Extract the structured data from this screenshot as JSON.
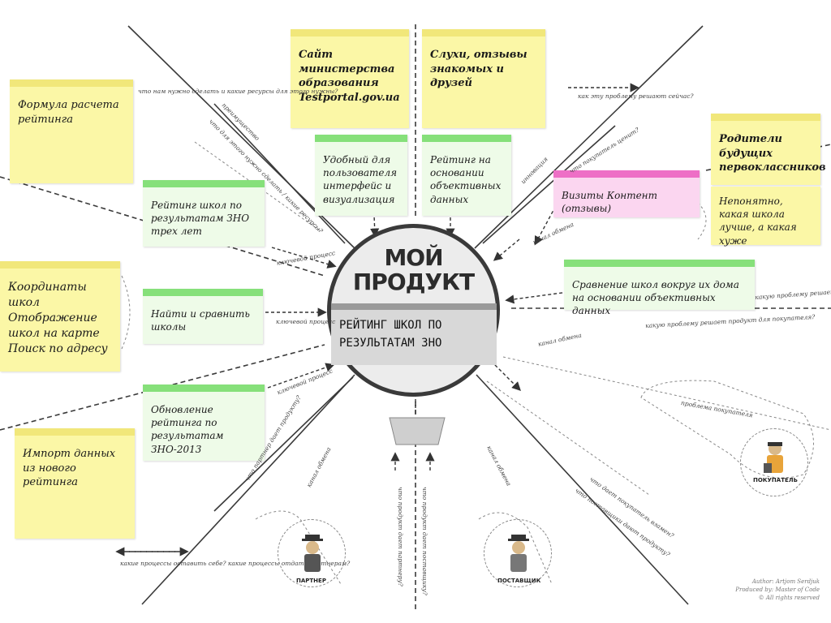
{
  "product": {
    "title_line1": "МОЙ",
    "title_line2": "ПРОДУКТ",
    "subtitle": "РЕЙТИНГ ШКОЛ ПО РЕЗУЛЬТАТАМ ЗНО"
  },
  "notes": {
    "ministry_site": "Сайт министерства образования Testportal.gov.ua",
    "rumors": "Слухи, отзывы знакомых и друзей",
    "formula": "Формула расчета рейтинга",
    "parents": "Родители будущих первоклассников",
    "unclear": "Непонятно, какая школа лучше, а какая хуже",
    "user_friendly": "Удобный для пользователя интерфейс и визуализация",
    "objective_rating": "Рейтинг на основании объективных данных",
    "visits": "Визиты Контент (отзывы)",
    "three_years": "Рейтинг школ по результатам ЗНО трех лет",
    "coordinates": "Координаты школ Отображение школ на карте Поиск по адресу",
    "find_compare": "Найти и сравнить школы",
    "compare_around": "Сравнение школ вокруг их дома на основании объективных данных",
    "update_rating": "Обновление рейтинга по результатам ЗНО-2013",
    "import_data": "Импорт данных из нового рейтинга"
  },
  "labels": {
    "what_to_do": "что нам нужно сделать и какие ресурсы для этого нужны?",
    "advantage": "преимущество",
    "what_partners": "что для этого нужно сделать / какие ресурсы?",
    "key_process_1": "ключевой процесс",
    "key_process_2": "ключевой процесс",
    "key_process_3": "ключевой процесс",
    "innovation": "инновация",
    "what_buyer_values": "что покупатель ценит?",
    "how_solve_now": "как эту проблему решают сейчас?",
    "exchange_channel_1": "канал обмена",
    "exchange_channel_2": "канал обмена",
    "exchange_channel_3": "канал обмена",
    "exchange_channel_4": "канал обмена",
    "problem_user": "какую проблему решает продукт для пользователя?",
    "problem_buyer": "какую проблему решает продукт для покупателя?",
    "buyer_problem": "проблема покупателя",
    "what_partner_gives": "что партнер дает продукту?",
    "what_product_gives_buyer": "что дает покупатель взамен?",
    "what_suppliers_give": "что поставщики дают продукту?",
    "processes_keep": "какие процессы оставить себе? какие процессы отдать партнерам?",
    "what_product_gives_partner": "что продукт дает партнеру?",
    "what_product_gives_supplier": "что продукт дает поставщику?"
  },
  "roles": {
    "partner": "ПАРТНЕР",
    "supplier": "ПОСТАВЩИК",
    "buyer": "ПОКУПАТЕЛЬ"
  },
  "author": {
    "line1": "Author: Artjom Serdjuk",
    "line2": "Produced by: Master of Code",
    "line3": "© All rights reserved"
  },
  "colors": {
    "yellow_note": "#fbf7a6",
    "green_strip": "#86e07a",
    "pink_strip": "#ee6fc6",
    "circle_border": "#3a3a3a"
  }
}
